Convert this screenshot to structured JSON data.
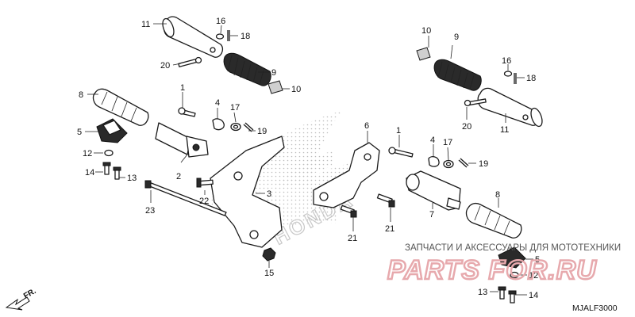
{
  "diagram": {
    "code": "MJALF3000",
    "front_marker": "FR.",
    "watermark_caption": "ЗАПЧАСТИ И АКСЕССУАРЫ ДЛЯ МОТОТЕХНИКИ",
    "watermark_brand": "PARTS FOR.RU",
    "logo_wordmark": "HONDA",
    "callouts": [
      {
        "id": "c1a",
        "text": "1"
      },
      {
        "id": "c1b",
        "text": "1"
      },
      {
        "id": "c2",
        "text": "2"
      },
      {
        "id": "c3",
        "text": "3"
      },
      {
        "id": "c4a",
        "text": "4"
      },
      {
        "id": "c4b",
        "text": "4"
      },
      {
        "id": "c5a",
        "text": "5"
      },
      {
        "id": "c5b",
        "text": "5"
      },
      {
        "id": "c6",
        "text": "6"
      },
      {
        "id": "c7",
        "text": "7"
      },
      {
        "id": "c8a",
        "text": "8"
      },
      {
        "id": "c8b",
        "text": "8"
      },
      {
        "id": "c9a",
        "text": "9"
      },
      {
        "id": "c9b",
        "text": "9"
      },
      {
        "id": "c10a",
        "text": "10"
      },
      {
        "id": "c10b",
        "text": "10"
      },
      {
        "id": "c11a",
        "text": "11"
      },
      {
        "id": "c11b",
        "text": "11"
      },
      {
        "id": "c12a",
        "text": "12"
      },
      {
        "id": "c12b",
        "text": "12"
      },
      {
        "id": "c13a",
        "text": "13"
      },
      {
        "id": "c13b",
        "text": "13"
      },
      {
        "id": "c14a",
        "text": "14"
      },
      {
        "id": "c14b",
        "text": "14"
      },
      {
        "id": "c15",
        "text": "15"
      },
      {
        "id": "c16a",
        "text": "16"
      },
      {
        "id": "c16b",
        "text": "16"
      },
      {
        "id": "c17a",
        "text": "17"
      },
      {
        "id": "c17b",
        "text": "17"
      },
      {
        "id": "c18a",
        "text": "18"
      },
      {
        "id": "c18b",
        "text": "18"
      },
      {
        "id": "c19a",
        "text": "19"
      },
      {
        "id": "c19b",
        "text": "19"
      },
      {
        "id": "c20a",
        "text": "20"
      },
      {
        "id": "c20b",
        "text": "20"
      },
      {
        "id": "c21a",
        "text": "21"
      },
      {
        "id": "c21b",
        "text": "21"
      },
      {
        "id": "c22",
        "text": "22"
      },
      {
        "id": "c23",
        "text": "23"
      }
    ]
  },
  "colors": {
    "line": "#1a1a1a",
    "watermark_brand": "#e7a9ad",
    "watermark_caption": "#555555",
    "halftone": "#bdbdbd"
  }
}
